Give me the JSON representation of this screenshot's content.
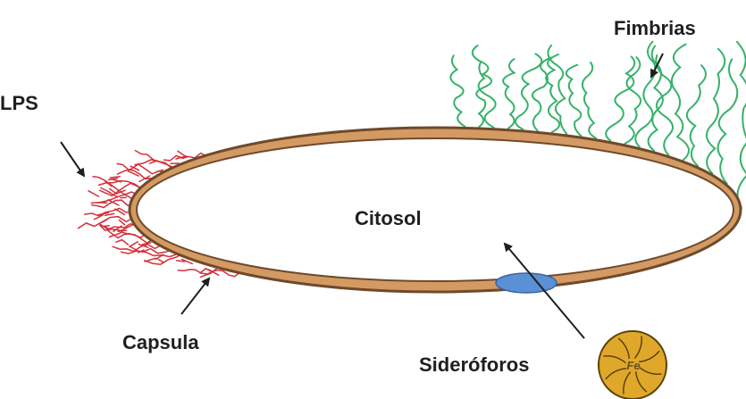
{
  "labels": {
    "fimbrias": "Fimbrias",
    "lps": "LPS",
    "citosol": "Citosol",
    "capsula": "Capsula",
    "sideroforos": "Sideróforos",
    "fe": "Fe"
  },
  "colors": {
    "capsule_fill": "#d49a63",
    "capsule_outline": "#6e4a2b",
    "fimbriae": "#36b26a",
    "lps": "#d4303b",
    "channel": "#5b8fd6",
    "siderophore_fill": "#e0a82a",
    "siderophore_outline": "#5c4208",
    "arrows": "#1f1f1f"
  },
  "icons": {
    "fimbriae": "wavy-green-hairs",
    "lps": "red-branching-filaments",
    "channel": "blue-oval-pore",
    "siderophore": "round-spiked-molecule"
  }
}
